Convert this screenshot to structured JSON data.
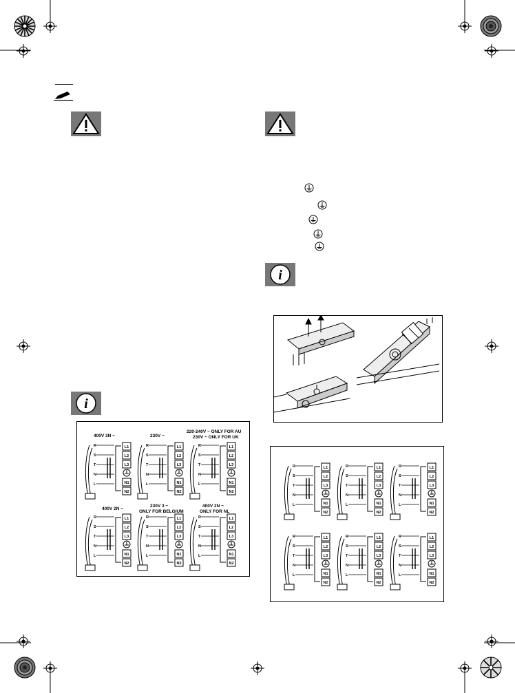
{
  "left_figure": {
    "captions": [
      "400V 3N ~",
      "230V ~",
      "220-240V ~ ONLY FOR AU",
      "230V ~ ONLY FOR UK",
      "400V 2N ~",
      "230V 3 ~",
      "ONLY FOR BELGIUM",
      "400V 2N ~",
      "ONLY FOR NL"
    ],
    "terminals": [
      "L1",
      "L2",
      "L3",
      "N1",
      "N2"
    ],
    "wire_letters": [
      "R",
      "S",
      "T",
      "N",
      "L"
    ]
  },
  "icons": [
    "print-registration-mark",
    "color-calibration-wheel",
    "warning-triangle-icon",
    "info-icon",
    "pencil-icon",
    "ground-icon",
    "wiring-diagram",
    "terminal-box-illustration"
  ]
}
